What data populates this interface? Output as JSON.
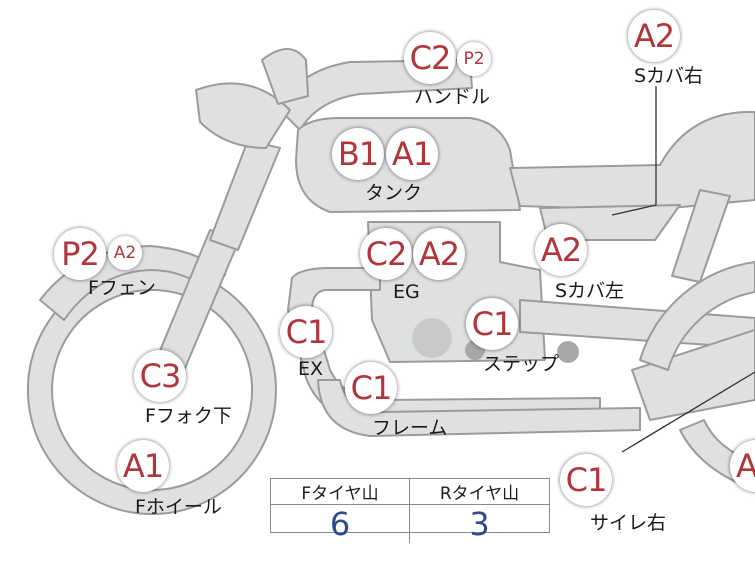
{
  "badges": {
    "handle_c2": "C2",
    "handle_p2": "P2",
    "scover_right": "A2",
    "tank_b1": "B1",
    "tank_a1": "A1",
    "fender_p2": "P2",
    "fender_a2": "A2",
    "eg_c2": "C2",
    "eg_a2": "A2",
    "scover_left": "A2",
    "ex": "C1",
    "step": "C1",
    "fork": "C3",
    "frame": "C1",
    "wheel": "A1",
    "muffler": "C1",
    "rear_cut": "A"
  },
  "labels": {
    "handle": "ハンドル",
    "scover_right": "Sカバ右",
    "tank": "タンク",
    "fender": "Fフェン",
    "eg": "EG",
    "scover_left": "Sカバ左",
    "ex": "EX",
    "step": "ステップ",
    "fork": "Fフォク下",
    "frame": "フレーム",
    "wheel": "Fホイール",
    "muffler": "サイレ右"
  },
  "tire_table": {
    "front_header": "Fタイヤ山",
    "rear_header": "Rタイヤ山",
    "front_value": "6",
    "rear_value": "3"
  },
  "colors": {
    "part_fill": "#dfe1e1",
    "part_stroke": "#9a9c9c",
    "grade_text": "#b0363c",
    "value_text": "#2f4a8c"
  }
}
